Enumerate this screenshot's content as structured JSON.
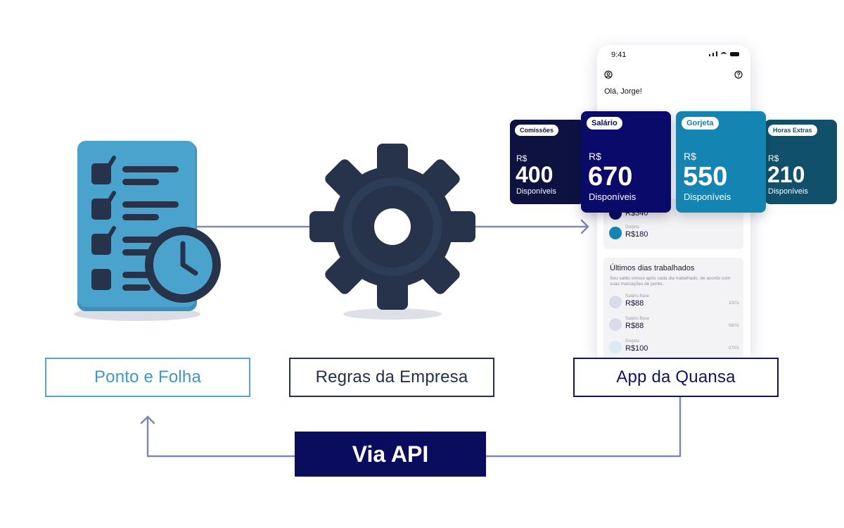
{
  "labels": {
    "ponto": "Ponto e Folha",
    "regras": "Regras da Empresa",
    "app": "App da Quansa",
    "api": "Via API"
  },
  "phone": {
    "time": "9:41",
    "greeting": "Olá, Jorge!",
    "top_rows": [
      {
        "amount": "R$340",
        "icon": "wallet-icon"
      },
      {
        "caption": "Gorjeta",
        "amount": "R$180",
        "icon": "tip-icon"
      }
    ],
    "section_title": "Últimos dias trabalhados",
    "section_desc": "Seu saldo cresce após cada dia trabalhado, de acordo com suas marcações de ponto.",
    "days": [
      {
        "caption": "Salário Base",
        "amount": "R$88",
        "date": "10/01"
      },
      {
        "caption": "Salário Base",
        "amount": "R$88",
        "date": "08/01"
      },
      {
        "caption": "Gorjeta",
        "amount": "R$100",
        "date": "07/01"
      }
    ]
  },
  "cards": {
    "comissoes": {
      "chip": "Comissões",
      "currency": "R$",
      "value": "400",
      "sub": "Disponíveis"
    },
    "salario": {
      "chip": "Salário",
      "currency": "R$",
      "value": "670",
      "sub": "Disponíveis"
    },
    "gorjeta": {
      "chip": "Gorjeta",
      "currency": "R$",
      "value": "550",
      "sub": "Disponíveis"
    },
    "horas": {
      "chip": "Horas Extras",
      "currency": "R$",
      "value": "210",
      "sub": "Disponíveis"
    }
  },
  "icons": [
    "checklist-clock-icon",
    "gear-icon",
    "user-icon",
    "help-icon",
    "check-icon"
  ],
  "colors": {
    "flow_line": "#8287b3",
    "navy": "#0a0c5e",
    "teal": "#52a8cf",
    "dark": "#23324a"
  }
}
